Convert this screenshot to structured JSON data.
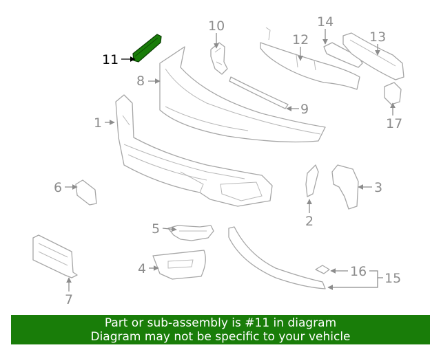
{
  "diagram": {
    "highlight_color": "#197d09",
    "callouts": {
      "c1": "1",
      "c2": "2",
      "c3": "3",
      "c4": "4",
      "c5": "5",
      "c6": "6",
      "c7": "7",
      "c8": "8",
      "c9": "9",
      "c10": "10",
      "c11": "11",
      "c12": "12",
      "c13": "13",
      "c14": "14",
      "c15": "15",
      "c16": "16",
      "c17": "17"
    }
  },
  "banner": {
    "background": "#197d09",
    "line1": "Part or sub-assembly is #11 in diagram",
    "line2": "Diagram may not be specific to your vehicle"
  }
}
